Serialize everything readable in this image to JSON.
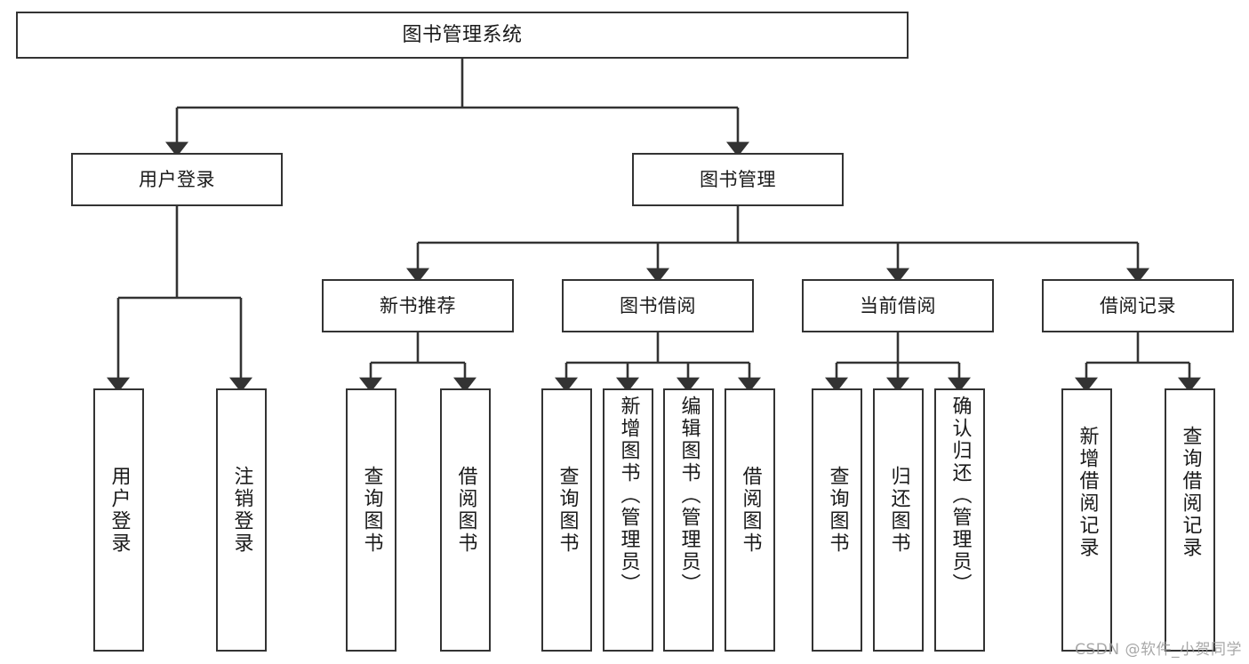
{
  "diagram": {
    "type": "tree",
    "title_node": "图书管理系统",
    "colors": {
      "node_border": "#333333",
      "node_fill": "#ffffff",
      "edge": "#333333",
      "text": "#1a1a1a",
      "watermark": "#9a9a9a",
      "background": "#ffffff"
    },
    "watermark": "CSDN @软件_小贺同学",
    "nodes": {
      "root": {
        "label": "图书管理系统"
      },
      "level1": [
        {
          "id": "user-login",
          "label": "用户登录"
        },
        {
          "id": "book-manage",
          "label": "图书管理"
        }
      ],
      "level2": [
        {
          "id": "new-book-recommend",
          "label": "新书推荐"
        },
        {
          "id": "book-borrow",
          "label": "图书借阅"
        },
        {
          "id": "current-borrow",
          "label": "当前借阅"
        },
        {
          "id": "borrow-record",
          "label": "借阅记录"
        }
      ],
      "leaves": [
        {
          "id": "leaf-user-login",
          "label": "用户登录",
          "parent": "user-login"
        },
        {
          "id": "leaf-logout-login",
          "label": "注销登录",
          "parent": "user-login"
        },
        {
          "id": "leaf-query-book-1",
          "label": "查询图书",
          "parent": "new-book-recommend"
        },
        {
          "id": "leaf-borrow-book-1",
          "label": "借阅图书",
          "parent": "new-book-recommend"
        },
        {
          "id": "leaf-query-book-2",
          "label": "查询图书",
          "parent": "book-borrow"
        },
        {
          "id": "leaf-add-book",
          "label": "新增图书（管理员）",
          "parent": "book-borrow"
        },
        {
          "id": "leaf-edit-book",
          "label": "编辑图书（管理员）",
          "parent": "book-borrow"
        },
        {
          "id": "leaf-borrow-book-2",
          "label": "借阅图书",
          "parent": "book-borrow"
        },
        {
          "id": "leaf-query-book-3",
          "label": "查询图书",
          "parent": "current-borrow"
        },
        {
          "id": "leaf-return-book",
          "label": "归还图书",
          "parent": "current-borrow"
        },
        {
          "id": "leaf-confirm-return",
          "label": "确认归还（管理员）",
          "parent": "current-borrow"
        },
        {
          "id": "leaf-add-record",
          "label": "新增借阅记录",
          "parent": "borrow-record"
        },
        {
          "id": "leaf-query-record",
          "label": "查询借阅记录",
          "parent": "borrow-record"
        }
      ]
    }
  }
}
